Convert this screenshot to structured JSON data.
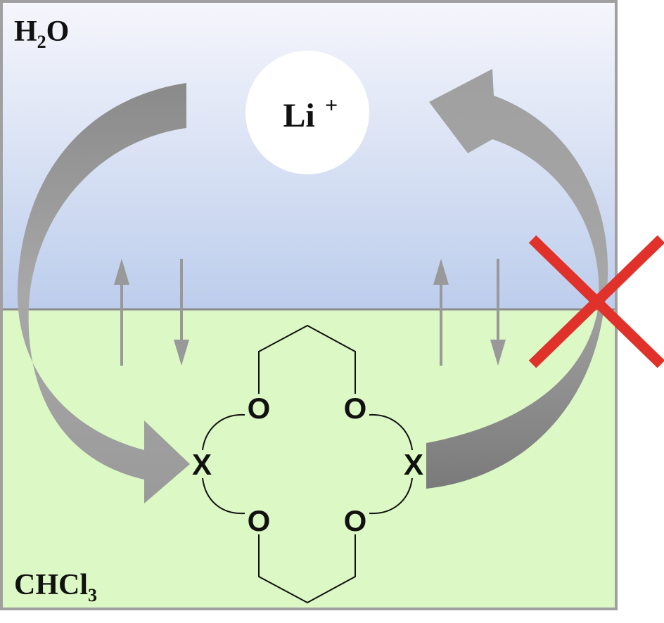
{
  "phases": {
    "top": {
      "label_main": "H",
      "label_sub": "2",
      "label_end": "O",
      "color_top": "#f6f6fc",
      "color_bottom": "#bfcfec"
    },
    "bottom": {
      "label_main": "CHCl",
      "label_sub": "3",
      "color": "#dcf8c4"
    }
  },
  "ion": {
    "symbol": "Li",
    "charge": "+"
  },
  "molecule": {
    "atoms": [
      "O",
      "O",
      "O",
      "O",
      "X",
      "X"
    ]
  },
  "colors": {
    "arrow": "#999999",
    "blocked": "#e0322a",
    "border": "#a0a0a0"
  }
}
